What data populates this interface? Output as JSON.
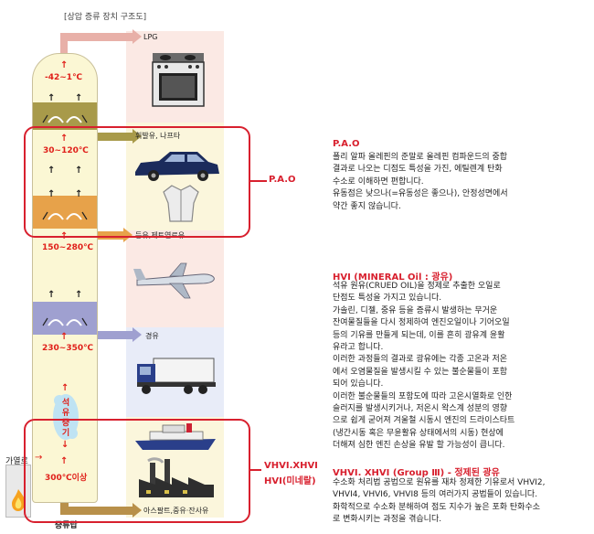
{
  "diagram": {
    "title": "[상압 증류 장치 구조도]",
    "temperatures": {
      "t1": "-42~1℃",
      "t2": "30~120℃",
      "t3": "150~280℃",
      "t4": "230~350℃",
      "t5": "300℃이상"
    },
    "products": {
      "lpg": "LPG",
      "gasoline_naphtha": "휘발유, 나프타",
      "kerosene_jet": "등유,제트연료유",
      "diesel": "경유",
      "residue": "아스팔트,중유·잔사유"
    },
    "steam_label": "석유증기",
    "heater_label": "가열로",
    "tower_label": "증류탑",
    "callouts": {
      "pao": "P.A.O",
      "vhvi_line1": "VHVI.XHVI",
      "vhvi_line2": "HVI(미네랄)"
    },
    "colors": {
      "red_box": "#d8202e",
      "band_pink": "#fbe9e4",
      "band_yellow": "#fbf6dc",
      "band_blue": "#e8ecf8"
    }
  },
  "sections": {
    "pao": {
      "heading": "P.A.O",
      "lines": [
        "폴리 알파 올레핀의 준말로 올레핀 컴파운드의 중합",
        "결과로 나오는 디점도 특성을 가진, 에틸렌계 탄화",
        "수소로 이해하면 편합니다.",
        "유동점은 낮으나(=유동성은 좋으나), 안정성면에서",
        "약간 좋지 않습니다."
      ]
    },
    "hvi": {
      "heading": "HVI (MINERAL Oil : 광유)",
      "lines": [
        "석유 원유(CRUED OIL)을 정제로 추출한 오일로",
        "단점도 특성을 가지고 있습니다.",
        "가솔린, 디젤, 중유 등을 증류시 발생하는 무거운",
        "잔여물질들을 다시 정제하여 엔진오일이나 기어오일",
        "등의 기유를 만들게 되는데, 이를 흔히 광유계 윤활",
        "유라고 합니다.",
        "이러한 과정들의 결과로 광유에는 각종 고온과 저온",
        "에서 오염물질을 발생시킬 수 있는 불순물들이 포함",
        "되어 있습니다.",
        "이러한 불순물들의 포함도에 따라 고온시열화로 인한",
        "슬러지를 발생시키거나, 저온시 왁스계 성분의 영향",
        "으로 쉽게 굳어져 겨울철 시동시 엔진의 드라이스타트",
        "(냉간시동 혹은 무윤활유 상태에서의 시동) 현상에",
        "더해져 심한 엔진 손상을 유발 할 가능성이 큽니다."
      ]
    },
    "vhvi": {
      "heading": "VHVI. XHVI (Group Ⅲ) - 정제된 광유",
      "lines": [
        "수소화 처리법 공법으로 원유를 재차 정제한 기유로서 VHVI2,",
        "VHVI4, VHVI6, VHVI8 등의 여러가지 공법들이 있습니다.",
        "화학적으로 수소화 분해하여 점도 지수가 높은 포화 탄화수소",
        "로 변화시키는 과정을 겪습니다."
      ]
    }
  }
}
